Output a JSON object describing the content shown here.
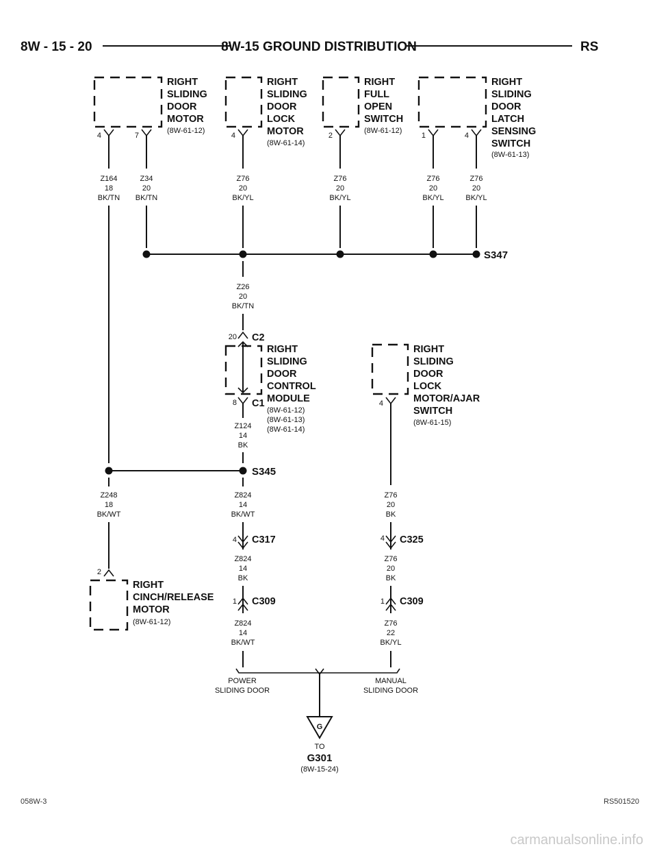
{
  "header": {
    "page_number": "8W - 15 - 20",
    "title": "8W-15 GROUND DISTRIBUTION",
    "model": "RS"
  },
  "components": {
    "sliding_door_motor": {
      "lines": [
        "RIGHT",
        "SLIDING",
        "DOOR",
        "MOTOR"
      ],
      "ref": "(8W-61-12)"
    },
    "door_lock_motor": {
      "lines": [
        "RIGHT",
        "SLIDING",
        "DOOR",
        "LOCK",
        "MOTOR"
      ],
      "ref": "(8W-61-14)"
    },
    "full_open_switch": {
      "lines": [
        "RIGHT",
        "FULL",
        "OPEN",
        "SWITCH"
      ],
      "ref": "(8W-61-12)"
    },
    "latch_sensing_switch": {
      "lines": [
        "RIGHT",
        "SLIDING",
        "DOOR",
        "LATCH",
        "SENSING",
        "SWITCH"
      ],
      "ref": "(8W-61-13)"
    },
    "control_module": {
      "lines": [
        "RIGHT",
        "SLIDING",
        "DOOR",
        "CONTROL",
        "MODULE"
      ],
      "refs": [
        "(8W-61-12)",
        "(8W-61-13)",
        "(8W-61-14)"
      ]
    },
    "lock_motor_ajar_switch": {
      "lines": [
        "RIGHT",
        "SLIDING",
        "DOOR",
        "LOCK",
        "MOTOR/AJAR",
        "SWITCH"
      ],
      "ref": "(8W-61-15)"
    },
    "cinch_release_motor": {
      "lines": [
        "RIGHT",
        "CINCH/RELEASE",
        "MOTOR"
      ],
      "ref": "(8W-61-12)"
    }
  },
  "pins": {
    "motor_a": "4",
    "motor_b": "7",
    "lock_motor": "4",
    "full_open": "2",
    "latch_a": "1",
    "latch_b": "4",
    "c2": "20",
    "c1": "8",
    "ajar": "4",
    "cinch": "2",
    "c317": "4",
    "c325": "4",
    "c309_left": "1",
    "c309_right": "1"
  },
  "wires": {
    "z164": [
      "Z164",
      "18",
      "BK/TN"
    ],
    "z34": [
      "Z34",
      "20",
      "BK/TN"
    ],
    "z76_lock": [
      "Z76",
      "20",
      "BK/YL"
    ],
    "z76_fullopen": [
      "Z76",
      "20",
      "BK/YL"
    ],
    "z76_latch_a": [
      "Z76",
      "20",
      "BK/YL"
    ],
    "z76_latch_b": [
      "Z76",
      "20",
      "BK/YL"
    ],
    "z26": [
      "Z26",
      "20",
      "BK/TN"
    ],
    "z124": [
      "Z124",
      "14",
      "BK"
    ],
    "z248": [
      "Z248",
      "18",
      "BK/WT"
    ],
    "z824_a": [
      "Z824",
      "14",
      "BK/WT"
    ],
    "z824_b": [
      "Z824",
      "14",
      "BK"
    ],
    "z824_c": [
      "Z824",
      "14",
      "BK/WT"
    ],
    "z76_ajar": [
      "Z76",
      "20",
      "BK"
    ],
    "z76_c325": [
      "Z76",
      "20",
      "BK"
    ],
    "z76_c309": [
      "Z76",
      "22",
      "BK/YL"
    ]
  },
  "connectors": {
    "c2": "C2",
    "c1": "C1",
    "c317": "C317",
    "c325": "C325",
    "c309_left": "C309",
    "c309_right": "C309"
  },
  "splices": {
    "s347": "S347",
    "s345": "S345"
  },
  "ground": {
    "left_option": [
      "POWER",
      "SLIDING DOOR"
    ],
    "right_option": [
      "MANUAL",
      "SLIDING DOOR"
    ],
    "symbol": "G",
    "to": "TO",
    "name": "G301",
    "ref": "(8W-15-24)"
  },
  "footer": {
    "left": "058W-3",
    "right": "RS501520"
  },
  "watermark": "carmanualsonline.info"
}
